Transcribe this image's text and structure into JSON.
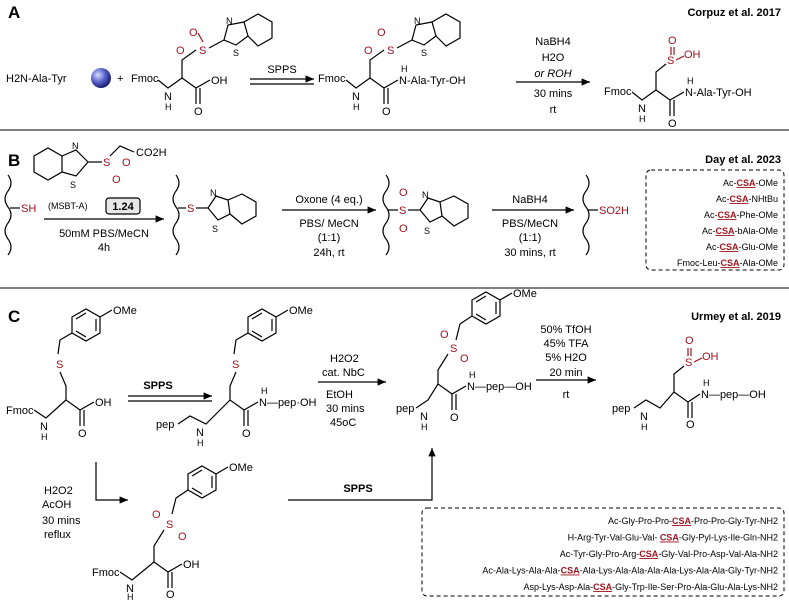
{
  "sectionA": {
    "label": "A",
    "citation": "Corpuz et al. 2017",
    "resin_peptide": "H2N-Ala-Tyr",
    "plus": "+",
    "fmoc": "Fmoc",
    "nh": "N",
    "h": "H",
    "oh": "OH",
    "arrow1": "SPPS",
    "product1_chain": "N-Ala-Tyr-OH",
    "cond_reagent": "NaBH4",
    "cond_water": "H2O",
    "cond_or": "or ROH",
    "cond_time": "30 mins",
    "cond_temp": "rt",
    "product2_chain": "N-Ala-Tyr-OH",
    "sulfinic": "S",
    "sulfinic_oh": "OH"
  },
  "sectionB": {
    "label": "B",
    "citation": "Day et al. 2023",
    "reagent_name": "(MSBT-A)",
    "compound_id": "1.24",
    "co2h": "CO2H",
    "sh": "SH",
    "cond1_line1": "50mM PBS/MeCN",
    "cond1_line2": "4h",
    "cond2_line1": "Oxone (4 eq.)",
    "cond2_line2": "PBS/ MeCN",
    "cond2_line3": "(1:1)",
    "cond2_line4": "24h, rt",
    "cond3_line1": "NaBH4",
    "cond3_line2": "PBS/MeCN",
    "cond3_line3": "(1:1)",
    "cond3_line4": "30 mins, rt",
    "so2h": "SO2H",
    "products": [
      {
        "pre": "Ac-",
        "csa": "CSA",
        "post": "-OMe"
      },
      {
        "pre": "Ac-",
        "csa": "CSA",
        "post": "-NHtBu"
      },
      {
        "pre": "Ac-",
        "csa": "CSA",
        "post": "-Phe-OMe"
      },
      {
        "pre": "Ac-",
        "csa": "CSA",
        "post": "-bAla-OMe"
      },
      {
        "pre": "Ac-",
        "csa": "CSA",
        "post": "-Glu-OMe"
      },
      {
        "pre": "Fmoc-Leu-",
        "csa": "CSA",
        "post": "-Ala-OMe"
      }
    ]
  },
  "sectionC": {
    "label": "C",
    "citation": "Urmey et al. 2019",
    "ome": "OMe",
    "s": "S",
    "fmoc": "Fmoc",
    "pep": "pep",
    "oh": "OH",
    "arrow_spps": "SPPS",
    "product_pep_chain": "N—pep·OH",
    "cond_ox1": "H2O2",
    "cond_ox2": "cat. NbC",
    "cond_ox3": "EtOH",
    "cond_ox4": "30 mins",
    "cond_ox5": "45oC",
    "cond_cl1": "50% TfOH",
    "cond_cl2": "45% TFA",
    "cond_cl3": "5% H2O",
    "cond_cl4": "20 min",
    "cond_cl5": "rt",
    "cond_pre1": "H2O2",
    "cond_pre2": "AcOH",
    "cond_pre3": "30 mins",
    "cond_pre4": "reflux",
    "arrow_spps2": "SPPS",
    "peptides": [
      {
        "pre": "Ac-Gly-Pro-Pro-",
        "csa": "CSA",
        "post": "-Pro-Pro-Gly-Tyr-NH2"
      },
      {
        "pre": "H-Arg-Tyr-Val-Glu-Val- ",
        "csa": "CSA",
        "post": "-Gly-Pyl-Lys-Ile-Gln-NH2"
      },
      {
        "pre": "Ac-Tyr-Gly-Pro-Arg-",
        "csa": "CSA",
        "post": "-Gly-Val-Pro-Asp-Val-Ala-NH2"
      },
      {
        "pre": "Ac-Ala-Lys-Ala-Ala-",
        "csa": "CSA",
        "post": "-Ala-Lys-Ala-Ala-Ala-Ala-Lys-Ala-Ala-Gly-Tyr-NH2"
      },
      {
        "pre": "Asp-Lys-Asp-Ala-",
        "csa": "CSA",
        "post": "-Gly-Trp-Ile-Ser-Pro-Ala-Glu-Ala-Lys-NH2"
      }
    ]
  }
}
